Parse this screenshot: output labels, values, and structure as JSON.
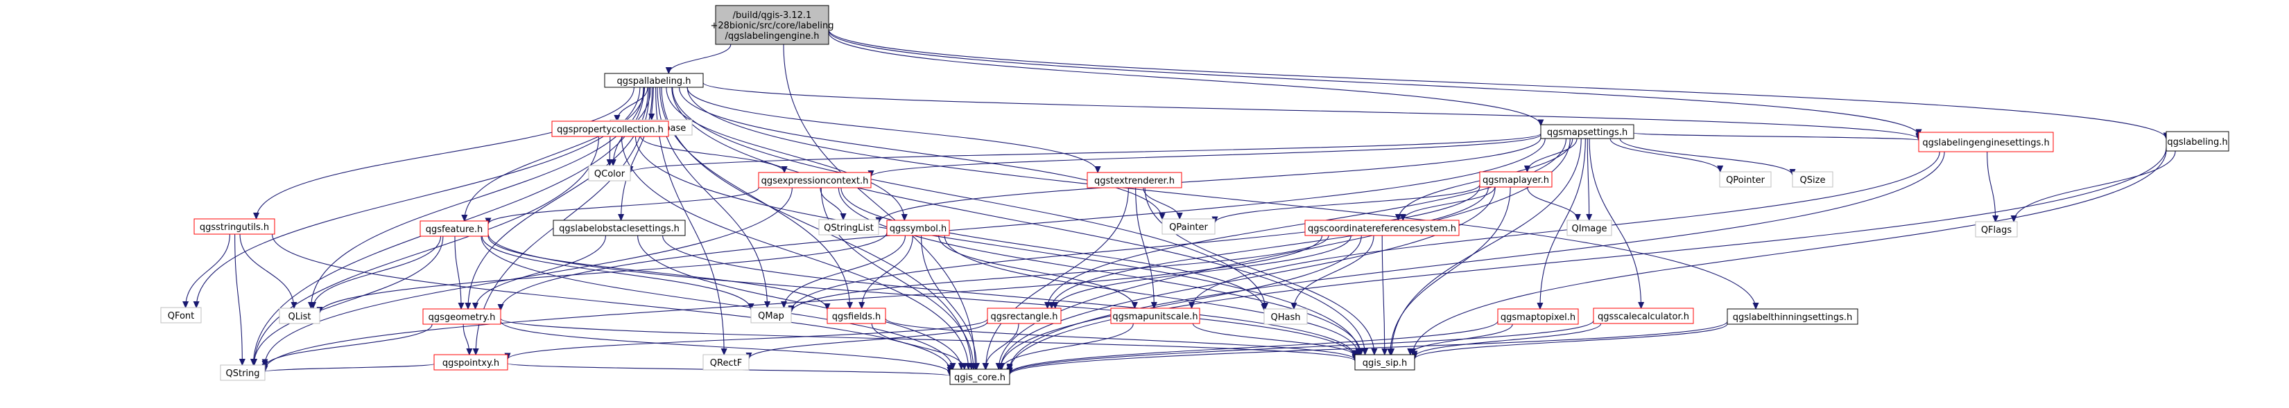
{
  "colors": {
    "edge": "#191970",
    "root_fill": "#bfbfbf",
    "root_border": "#000000",
    "documented_border": "#ff0000",
    "plain_border": "#000000",
    "external_border": "#bfbfbf",
    "box_fill": "#ffffff"
  },
  "nodes": [
    {
      "id": "root",
      "label": "/build/qgis-3.12.1+28bionic/src/core/labeling/qgslabelingengine.h",
      "lines": [
        "/build/qgis-3.12.1",
        "+28bionic/src/core/labeling",
        "/qgslabelingengine.h"
      ],
      "kind": "root"
    },
    {
      "id": "qgspallabeling",
      "label": "qgspallabeling.h",
      "kind": "plain"
    },
    {
      "id": "qgsmapsettings",
      "label": "qgsmapsettings.h",
      "kind": "plain"
    },
    {
      "id": "qgslabelingenginesettings",
      "label": "qgslabelingenginesettings.h",
      "kind": "doc"
    },
    {
      "id": "qgslabeling",
      "label": "qgslabeling.h",
      "kind": "plain"
    },
    {
      "id": "qgis_core",
      "label": "qgis_core.h",
      "kind": "plain"
    },
    {
      "id": "QString",
      "label": "QString",
      "kind": "ext"
    },
    {
      "id": "QFont",
      "label": "QFont",
      "kind": "ext"
    },
    {
      "id": "QFontDatabase",
      "label": "QFontDatabase",
      "kind": "ext"
    },
    {
      "id": "qgspropertycollection",
      "label": "qgspropertycollection.h",
      "kind": "doc"
    },
    {
      "id": "QColor",
      "label": "QColor",
      "kind": "ext"
    },
    {
      "id": "qgsexpressioncontext",
      "label": "qgsexpressioncontext.h",
      "kind": "doc"
    },
    {
      "id": "QStringList",
      "label": "QStringList",
      "kind": "ext"
    },
    {
      "id": "qgsstringutils",
      "label": "qgsstringutils.h",
      "kind": "doc"
    },
    {
      "id": "QList",
      "label": "QList",
      "kind": "ext"
    },
    {
      "id": "qgsfeature",
      "label": "qgsfeature.h",
      "kind": "doc"
    },
    {
      "id": "qgslabelobstaclesettings",
      "label": "qgslabelobstaclesettings.h",
      "kind": "plain"
    },
    {
      "id": "qgssymbol",
      "label": "qgssymbol.h",
      "kind": "doc"
    },
    {
      "id": "qgstextrenderer",
      "label": "qgstextrenderer.h",
      "kind": "doc"
    },
    {
      "id": "QPainter",
      "label": "QPainter",
      "kind": "ext"
    },
    {
      "id": "qgsmaplayer",
      "label": "qgsmaplayer.h",
      "kind": "doc"
    },
    {
      "id": "QImage",
      "label": "QImage",
      "kind": "ext"
    },
    {
      "id": "QPointer",
      "label": "QPointer",
      "kind": "ext"
    },
    {
      "id": "QSize",
      "label": "QSize",
      "kind": "ext"
    },
    {
      "id": "QFlags",
      "label": "QFlags",
      "kind": "ext"
    },
    {
      "id": "qgscoordinatereferencesystem",
      "label": "qgscoordinatereferencesystem.h",
      "kind": "doc"
    },
    {
      "id": "QMap",
      "label": "QMap",
      "kind": "ext"
    },
    {
      "id": "qgsgeometry",
      "label": "qgsgeometry.h",
      "kind": "doc"
    },
    {
      "id": "qgsfields",
      "label": "qgsfields.h",
      "kind": "doc"
    },
    {
      "id": "qgsrectangle",
      "label": "qgsrectangle.h",
      "kind": "doc"
    },
    {
      "id": "qgsmapunitscale",
      "label": "qgsmapunitscale.h",
      "kind": "doc"
    },
    {
      "id": "QHash",
      "label": "QHash",
      "kind": "ext"
    },
    {
      "id": "qgsmaptopixel",
      "label": "qgsmaptopixel.h",
      "kind": "doc"
    },
    {
      "id": "qgsscalecalculator",
      "label": "qgsscalecalculator.h",
      "kind": "doc"
    },
    {
      "id": "qgslabelthinningsettings",
      "label": "qgslabelthinningsettings.h",
      "kind": "plain"
    },
    {
      "id": "qgspointxy",
      "label": "qgspointxy.h",
      "kind": "doc"
    },
    {
      "id": "QRectF",
      "label": "QRectF",
      "kind": "ext"
    },
    {
      "id": "qgis_sip",
      "label": "qgis_sip.h",
      "kind": "plain"
    }
  ],
  "edges": [
    [
      "root",
      "qgspallabeling"
    ],
    [
      "root",
      "qgsmapsettings"
    ],
    [
      "root",
      "qgslabelingenginesettings"
    ],
    [
      "root",
      "qgslabeling"
    ],
    [
      "root",
      "qgis_core"
    ],
    [
      "qgspallabeling",
      "qgis_core"
    ],
    [
      "qgspallabeling",
      "QString"
    ],
    [
      "qgspallabeling",
      "QFont"
    ],
    [
      "qgspallabeling",
      "QFontDatabase"
    ],
    [
      "qgspallabeling",
      "qgspropertycollection"
    ],
    [
      "qgspallabeling",
      "QColor"
    ],
    [
      "qgspallabeling",
      "qgsstringutils"
    ],
    [
      "qgspallabeling",
      "QList"
    ],
    [
      "qgspallabeling",
      "qgsfeature"
    ],
    [
      "qgspallabeling",
      "qgsgeometry"
    ],
    [
      "qgspallabeling",
      "qgslabelobstaclesettings"
    ],
    [
      "qgspallabeling",
      "QMap"
    ],
    [
      "qgspallabeling",
      "qgssymbol"
    ],
    [
      "qgspallabeling",
      "qgsfields"
    ],
    [
      "qgspallabeling",
      "QPainter"
    ],
    [
      "qgspallabeling",
      "qgstextrenderer"
    ],
    [
      "qgspallabeling",
      "QHash"
    ],
    [
      "qgspallabeling",
      "qgis_sip"
    ],
    [
      "qgspallabeling",
      "qgslabelingenginesettings"
    ],
    [
      "qgspallabeling",
      "qgslabelthinningsettings"
    ],
    [
      "qgspallabeling",
      "QRectF"
    ],
    [
      "qgspallabeling",
      "qgspointxy"
    ],
    [
      "qgspropertycollection",
      "qgis_core"
    ],
    [
      "qgspropertycollection",
      "qgis_sip"
    ],
    [
      "qgspropertycollection",
      "QString"
    ],
    [
      "qgspropertycollection",
      "QColor"
    ],
    [
      "qgspropertycollection",
      "qgsexpressioncontext"
    ],
    [
      "qgsexpressioncontext",
      "qgis_core"
    ],
    [
      "qgsexpressioncontext",
      "qgis_sip"
    ],
    [
      "qgsexpressioncontext",
      "QStringList"
    ],
    [
      "qgsexpressioncontext",
      "qgsfeature"
    ],
    [
      "qgsexpressioncontext",
      "QHash"
    ],
    [
      "qgsexpressioncontext",
      "QString"
    ],
    [
      "qgsstringutils",
      "qgis_core"
    ],
    [
      "qgsstringutils",
      "QString"
    ],
    [
      "qgsstringutils",
      "QList"
    ],
    [
      "qgsstringutils",
      "QFont"
    ],
    [
      "qgsfeature",
      "qgis_core"
    ],
    [
      "qgsfeature",
      "qgis_sip"
    ],
    [
      "qgsfeature",
      "QString"
    ],
    [
      "qgsfeature",
      "QMap"
    ],
    [
      "qgsfeature",
      "QList"
    ],
    [
      "qgsfeature",
      "qgsgeometry"
    ],
    [
      "qgsfeature",
      "qgsfields"
    ],
    [
      "qgslabelobstaclesettings",
      "qgis_core"
    ],
    [
      "qgslabelobstaclesettings",
      "qgis_sip"
    ],
    [
      "qgslabelobstaclesettings",
      "qgsgeometry"
    ],
    [
      "qgsgeometry",
      "qgis_core"
    ],
    [
      "qgsgeometry",
      "qgis_sip"
    ],
    [
      "qgsgeometry",
      "QString"
    ],
    [
      "qgsgeometry",
      "qgspointxy"
    ],
    [
      "qgssymbol",
      "qgis_core"
    ],
    [
      "qgssymbol",
      "qgis_sip"
    ],
    [
      "qgssymbol",
      "QMap"
    ],
    [
      "qgssymbol",
      "qgsmapunitscale"
    ],
    [
      "qgssymbol",
      "qgsfields"
    ],
    [
      "qgssymbol",
      "QList"
    ],
    [
      "qgsfields",
      "qgis_core"
    ],
    [
      "qgsfields",
      "qgis_sip"
    ],
    [
      "qgstextrenderer",
      "qgis_sip"
    ],
    [
      "qgstextrenderer",
      "qgis_core"
    ],
    [
      "qgstextrenderer",
      "QPainter"
    ],
    [
      "qgstextrenderer",
      "qgsmapunitscale"
    ],
    [
      "qgsmapunitscale",
      "qgis_core"
    ],
    [
      "qgsmapunitscale",
      "qgis_sip"
    ],
    [
      "qgspointxy",
      "qgis_core"
    ],
    [
      "qgspointxy",
      "QString"
    ],
    [
      "qgsmapsettings",
      "qgis_core"
    ],
    [
      "qgsmapsettings",
      "qgis_sip"
    ],
    [
      "qgsmapsettings",
      "QColor"
    ],
    [
      "qgsmapsettings",
      "QImage"
    ],
    [
      "qgsmapsettings",
      "QPointer"
    ],
    [
      "qgsmapsettings",
      "QSize"
    ],
    [
      "qgsmapsettings",
      "QStringList"
    ],
    [
      "qgsmapsettings",
      "qgscoordinatereferencesystem"
    ],
    [
      "qgsmapsettings",
      "qgsmaplayer"
    ],
    [
      "qgsmapsettings",
      "qgsmaptopixel"
    ],
    [
      "qgsmapsettings",
      "qgsrectangle"
    ],
    [
      "qgsmapsettings",
      "qgsscalecalculator"
    ],
    [
      "qgsmapsettings",
      "qgsexpressioncontext"
    ],
    [
      "qgsmapsettings",
      "qgslabelingenginesettings"
    ],
    [
      "qgsmapsettings",
      "qgsgeometry"
    ],
    [
      "qgsmaplayer",
      "qgis_core"
    ],
    [
      "qgsmaplayer",
      "qgis_sip"
    ],
    [
      "qgsmaplayer",
      "QImage"
    ],
    [
      "qgsmaplayer",
      "QPainter"
    ],
    [
      "qgsmaplayer",
      "qgscoordinatereferencesystem"
    ],
    [
      "qgsmaplayer",
      "qgsrectangle"
    ],
    [
      "qgsmaplayer",
      "QMap"
    ],
    [
      "qgscoordinatereferencesystem",
      "qgis_core"
    ],
    [
      "qgscoordinatereferencesystem",
      "qgis_sip"
    ],
    [
      "qgscoordinatereferencesystem",
      "QString"
    ],
    [
      "qgscoordinatereferencesystem",
      "QMap"
    ],
    [
      "qgscoordinatereferencesystem",
      "QHash"
    ],
    [
      "qgscoordinatereferencesystem",
      "qgsrectangle"
    ],
    [
      "qgsrectangle",
      "qgis_core"
    ],
    [
      "qgsrectangle",
      "QRectF"
    ],
    [
      "qgsrectangle",
      "qgspointxy"
    ],
    [
      "qgsmaptopixel",
      "qgis_core"
    ],
    [
      "qgsmaptopixel",
      "qgis_sip"
    ],
    [
      "qgsscalecalculator",
      "qgis_core"
    ],
    [
      "qgsscalecalculator",
      "qgis_sip"
    ],
    [
      "qgslabelthinningsettings",
      "qgis_core"
    ],
    [
      "qgslabelthinningsettings",
      "qgis_sip"
    ],
    [
      "qgslabelingenginesettings",
      "qgis_core"
    ],
    [
      "qgslabelingenginesettings",
      "QFlags"
    ],
    [
      "qgslabelingenginesettings",
      "qgsmapunitscale"
    ],
    [
      "qgslabeling",
      "qgis_core"
    ],
    [
      "qgslabeling",
      "qgis_sip"
    ],
    [
      "qgslabeling",
      "QFlags"
    ]
  ]
}
